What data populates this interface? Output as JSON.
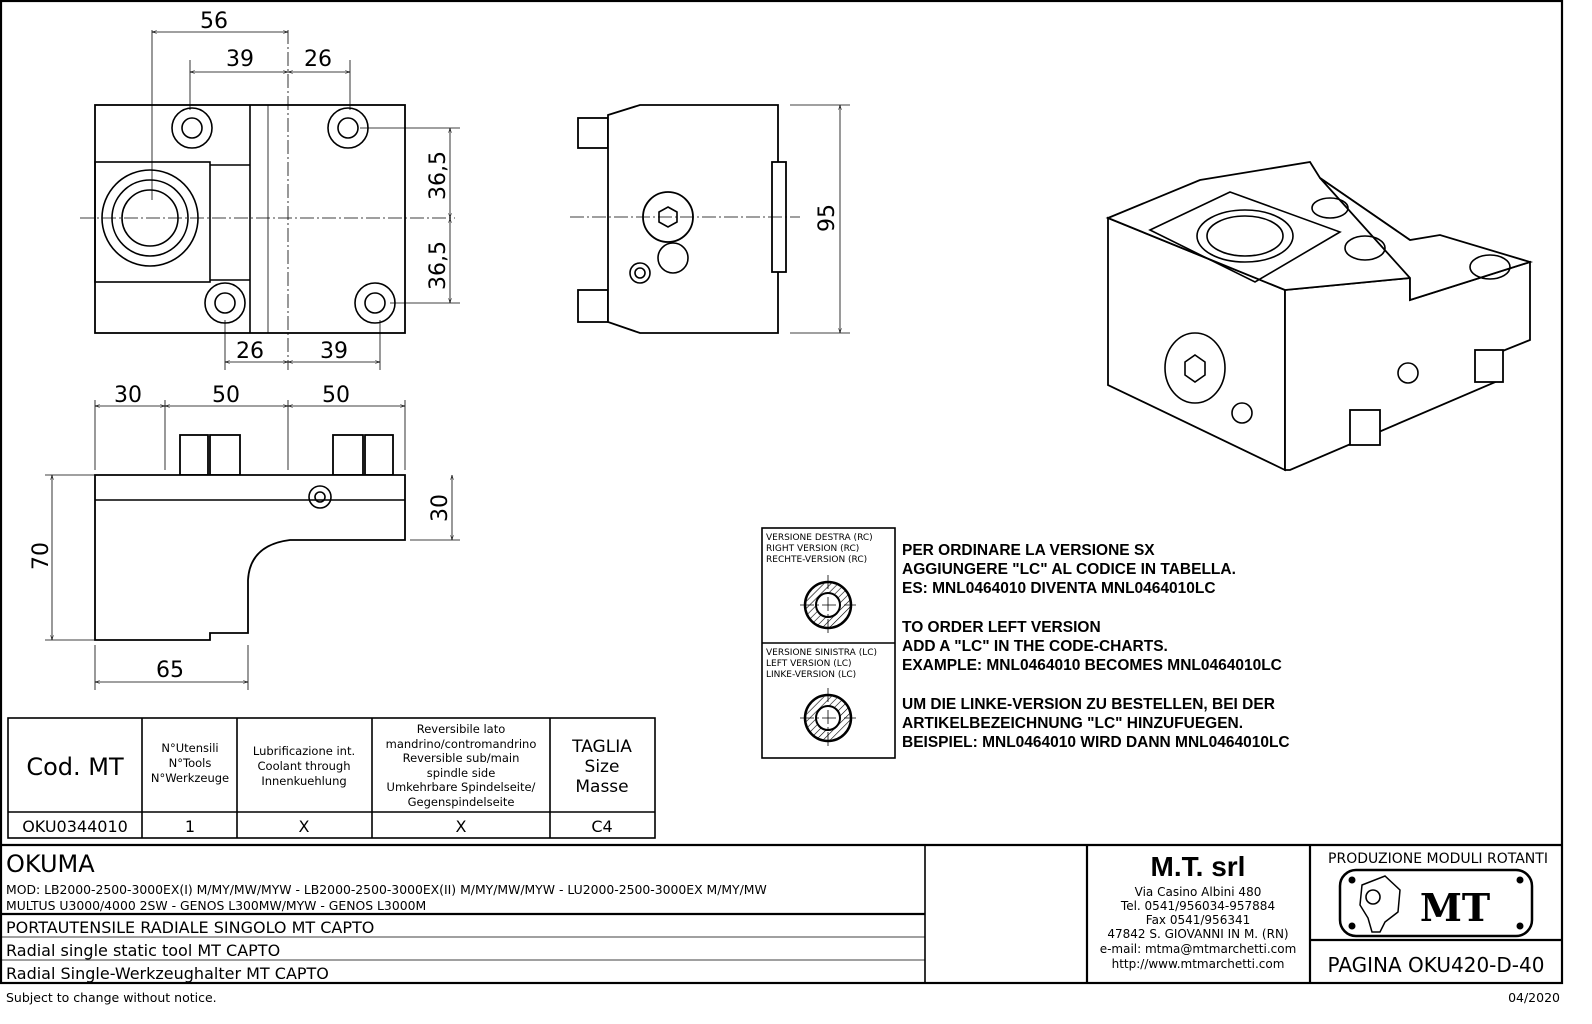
{
  "dimensions": {
    "front": {
      "top_56": "56",
      "top_39": "39",
      "top_26": "26",
      "right_36_5_a": "36,5",
      "right_36_5_b": "36,5",
      "bottom_26": "26",
      "bottom_39": "39"
    },
    "side": {
      "height_95": "95"
    },
    "bottom": {
      "w_30": "30",
      "w_50_a": "50",
      "w_50_b": "50",
      "h_70": "70",
      "h_30": "30",
      "w_65": "65"
    }
  },
  "table": {
    "headers": [
      [
        "Cod. MT"
      ],
      [
        "N°Utensili",
        "N°Tools",
        "N°Werkzeuge"
      ],
      [
        "Lubrificazione int.",
        "Coolant through",
        "Innenkuehlung"
      ],
      [
        "Reversibile lato",
        "mandrino/contromandrino",
        "Reversible sub/main",
        "spindle side",
        "Umkehrbare Spindelseite/",
        "Gegenspindelseite"
      ],
      [
        "TAGLIA",
        "Size",
        "Masse"
      ]
    ],
    "rows": [
      [
        "OKU0344010",
        "1",
        "X",
        "X",
        "C4"
      ]
    ]
  },
  "version_box": {
    "right": [
      "VERSIONE DESTRA (RC)",
      "RIGHT VERSION (RC)",
      "RECHTE-VERSION (RC)"
    ],
    "left": [
      "VERSIONE SINISTRA (LC)",
      "LEFT VERSION (LC)",
      "LINKE-VERSION (LC)"
    ]
  },
  "notes": [
    [
      "PER ORDINARE LA VERSIONE SX",
      "AGGIUNGERE \"LC\" AL CODICE IN TABELLA.",
      "ES: MNL0464010 DIVENTA MNL0464010LC"
    ],
    [
      "TO ORDER LEFT VERSION",
      "ADD A \"LC\" IN THE CODE-CHARTS.",
      "EXAMPLE: MNL0464010 BECOMES MNL0464010LC"
    ],
    [
      "UM DIE LINKE-VERSION ZU BESTELLEN, BEI DER",
      "ARTIKELBEZEICHNUNG \"LC\" HINZUFUEGEN.",
      "BEISPIEL: MNL0464010 WIRD DANN MNL0464010LC"
    ]
  ],
  "title_block": {
    "brand": "OKUMA",
    "models_1": "MOD: LB2000-2500-3000EX(I) M/MY/MW/MYW - LB2000-2500-3000EX(II) M/MY/MW/MYW - LU2000-2500-3000EX M/MY/MW",
    "models_2": "MULTUS U3000/4000 2SW - GENOS L300MW/MYW - GENOS L3000M",
    "desc_it": "PORTAUTENSILE RADIALE SINGOLO MT CAPTO",
    "desc_en": "Radial single static tool MT CAPTO",
    "desc_de": "Radial Single-Werkzeughalter MT CAPTO",
    "company": "M.T. srl",
    "address": [
      "Via Casino Albini 480",
      "Tel. 0541/956034-957884",
      "Fax 0541/956341",
      "47842 S. GIOVANNI IN M. (RN)",
      "e-mail: mtma@mtmarchetti.com",
      "http://www.mtmarchetti.com"
    ],
    "production": "PRODUZIONE MODULI ROTANTI",
    "logo_text": "MT",
    "page": "PAGINA OKU420-D-40"
  },
  "footer": {
    "notice": "Subject to change without notice.",
    "date": "04/2020"
  }
}
